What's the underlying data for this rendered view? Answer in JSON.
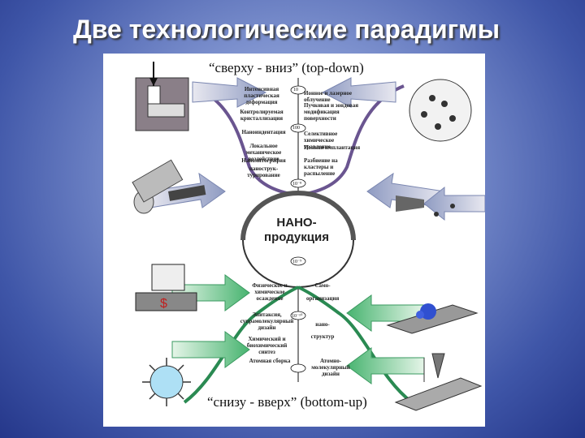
{
  "slide": {
    "title": "Две технологические парадигмы"
  },
  "diagram": {
    "top_heading": "“сверху - вниз” (top-down)",
    "bottom_heading": "“снизу - вверх” (bottom-up)",
    "center": {
      "line1": "НАНО-",
      "line2": "продукция"
    },
    "top_left_labels": [
      "Интенсивная пластическая деформация",
      "Контролируемая кристаллизация",
      "Наноиндентация",
      "Локальное механическое воздействие",
      "Нанолитография",
      "нанострук-турирование"
    ],
    "top_right_labels": [
      "Ионное и лазерное облучение",
      "Пучковая и зондовая модификация поверхности",
      "Селективное химическое травление",
      "Ионная имплантация",
      "Разбиение на кластеры и распыление"
    ],
    "bottom_left_labels": [
      "Физическое и химическое осаждение",
      "Эпитаксия, супрамолекулярный дизайн",
      "Химический и биохимический синтез",
      "Атомная сборка"
    ],
    "bottom_right_labels": [
      "Само-",
      "организация",
      "нано-",
      "структур"
    ],
    "bottom_right_footer": "Атомно-молекулярный дизайн",
    "scale_marks": [
      "10",
      "100",
      "10⁻⁸",
      "10⁻⁹",
      "10⁻¹⁰"
    ]
  }
}
